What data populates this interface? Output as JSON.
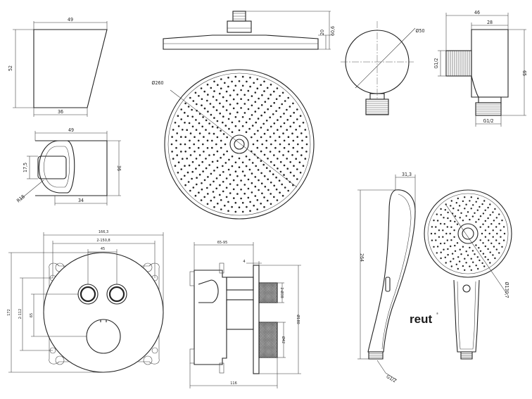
{
  "drawings": {
    "wall_holder_side": {
      "width": "49",
      "height": "52",
      "bottom": "36"
    },
    "wall_holder_front": {
      "width": "49",
      "height": "36",
      "depth": "17,5",
      "bottom": "34",
      "radius": "R18"
    },
    "shower_head_side": {
      "height_inner": "20",
      "height_total": "60,6"
    },
    "shower_head_front": {
      "diameter": "Ø260"
    },
    "outlet_front": {
      "diameter": "Ø50"
    },
    "outlet_side": {
      "width_total": "46",
      "width_body": "28",
      "thread_left": "G1/2",
      "thread_bottom": "G1/2",
      "height": "65"
    },
    "mixer_front": {
      "width_total": "166,3",
      "width_inner": "2-150,8",
      "button_spacing": "45",
      "height_total": "172",
      "height_inner": "2-112",
      "height_mid": "65"
    },
    "mixer_side": {
      "width_top": "65-95",
      "offset": "4",
      "button_label": "2-Ø38",
      "height_label": "Ø180",
      "knob_label": "Ø42",
      "width_bottom": "116"
    },
    "hand_shower_side": {
      "width": "31,3",
      "length": "264",
      "thread": "G1/2"
    },
    "hand_shower_front": {
      "diameter": "Ø130,7"
    }
  },
  "brand": {
    "name": "reut",
    "mark": "®"
  }
}
